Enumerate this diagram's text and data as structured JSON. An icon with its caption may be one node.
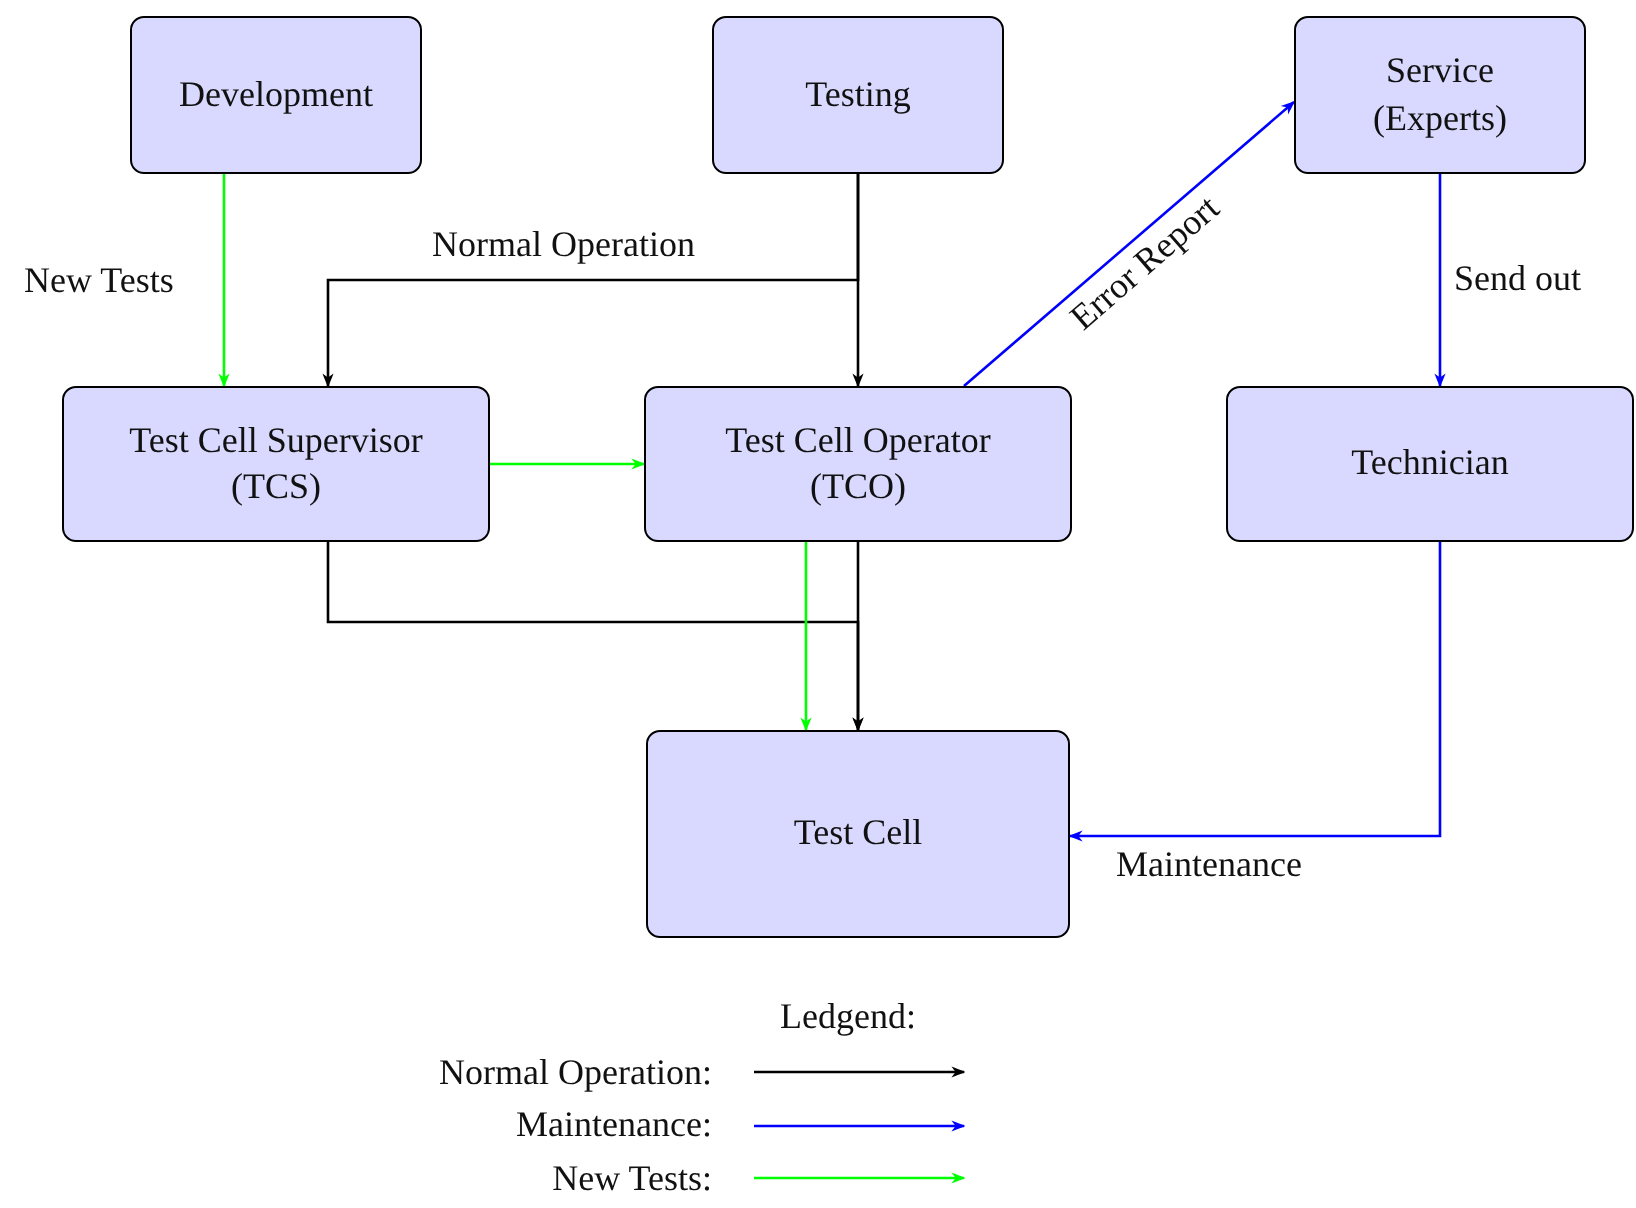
{
  "diagram": {
    "nodes": [
      {
        "text": [
          "Development"
        ]
      },
      {
        "text": [
          "Testing"
        ]
      },
      {
        "text": [
          "Service (Experts)"
        ]
      },
      {
        "text": [
          "Test Cell Supervisor (TCS)"
        ]
      },
      {
        "text": [
          "Test Cell Operator (TCO)"
        ]
      },
      {
        "text": [
          "Technician"
        ]
      },
      {
        "text": [
          "Test Cell"
        ]
      }
    ],
    "edges": [
      {
        "from": 0,
        "to": 3,
        "arrow": "to",
        "label": "New Tests",
        "color": "#00ff00"
      },
      {
        "from": 1,
        "to": 3,
        "arrow": "to",
        "label": "Normal Operation"
      },
      {
        "from": 1,
        "to": 4,
        "arrow": "to"
      },
      {
        "from": 3,
        "to": 4,
        "arrow": "to",
        "color": "#00ff00"
      },
      {
        "from": 4,
        "to": 2,
        "arrow": "to",
        "label": "Error Report",
        "color": "#0000ff"
      },
      {
        "from": 2,
        "to": 5,
        "arrow": "to",
        "label": "Send out",
        "color": "#0000ff"
      },
      {
        "from": 3,
        "to": 6,
        "arrow": "to"
      },
      {
        "from": 4,
        "to": 6,
        "arrow": "to"
      },
      {
        "from": 4,
        "to": 6,
        "arrow": "to",
        "color": "#00ff00"
      },
      {
        "from": 5,
        "to": 6,
        "arrow": "to",
        "label": "Maintenance",
        "color": "#0000ff"
      }
    ],
    "labels": [
      "Ledgend:"
    ],
    "legend": [
      {
        "text": "Normal Operation:"
      },
      {
        "text": "Maintenance:"
      },
      {
        "text": "New Tests:"
      }
    ]
  }
}
